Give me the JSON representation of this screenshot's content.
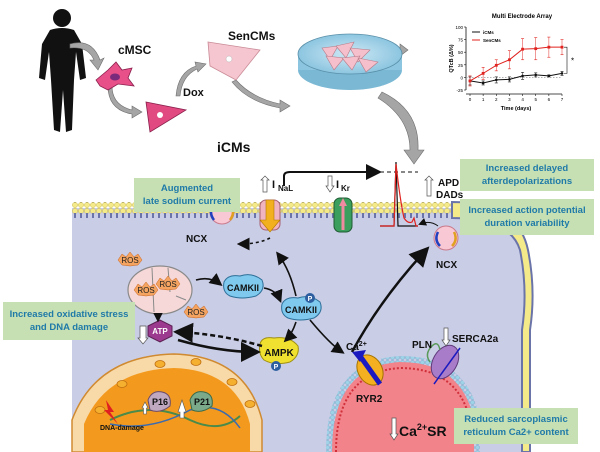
{
  "figure": {
    "labels": {
      "cmsc": "cMSC",
      "dox": "Dox",
      "sencms": "SenCMs",
      "icms": "iCMs",
      "ncx_left": "NCX",
      "ncx_right": "NCX",
      "inal_main": "I",
      "inal_sub": "NaL",
      "ikr_main": "I",
      "ikr_sub": "Kr",
      "apd": "APD",
      "dads": "DADs",
      "camkii_1": "CAMKII",
      "camkii_2": "CAMKII",
      "ampk": "AMPK",
      "atp": "ATP",
      "phospho": "P",
      "ros": "ROS",
      "ca": "Ca",
      "ca_sup": "2+",
      "ryr2": "RYR2",
      "pln": "PLN",
      "serca2a": "SERCA2a",
      "ca_sr": "Ca",
      "ca_sr_sup": "2+",
      "ca_sr_suffix": "SR",
      "p16": "P16",
      "p21": "P21",
      "dna_damage": "DNA-damage"
    },
    "boxes": {
      "late_sodium": "Augmented\nlate sodium current",
      "dads": "Increased delayed\nafterdepolarizations",
      "apd_var": "Increased action potential\nduration variability",
      "oxidative": "Increased oxidative stress\nand DNA damage",
      "sr_content": "Reduced sarcoplasmic\nreticulum Ca2+ content"
    },
    "colors": {
      "box_bg": "#c6e0b4",
      "box_text": "#1f7aa8",
      "cytoplasm": "#c9cde6",
      "membrane": "#f1e58a",
      "nucleus": "#f39a1e",
      "sr": "#f2838a",
      "arrow_gray": "#a5a5a5"
    }
  },
  "chart_data": {
    "type": "line",
    "title": "Multi Electrode Array",
    "xlabel": "Time (days)",
    "ylabel": "QTcB (Δ%)",
    "x": [
      0,
      1,
      2,
      3,
      4,
      5,
      6,
      7
    ],
    "xlim": [
      0,
      7
    ],
    "ylim": [
      -25,
      100
    ],
    "yticks": [
      -25,
      0,
      25,
      50,
      75,
      100
    ],
    "xticks": [
      0,
      1,
      2,
      3,
      4,
      5,
      6,
      7
    ],
    "reference_line": 0,
    "significance": "*",
    "legend_position": "top-left",
    "series": [
      {
        "name": "iCMs",
        "color": "#111111",
        "values": [
          -7,
          -11,
          -5,
          -4,
          3,
          5,
          3,
          8
        ],
        "errors": [
          8,
          4,
          6,
          5,
          7,
          4,
          2,
          4
        ]
      },
      {
        "name": "SenCMs",
        "color": "#e0231f",
        "values": [
          -7,
          8,
          24,
          35,
          56,
          57,
          60,
          60
        ],
        "errors": [
          10,
          12,
          11,
          18,
          21,
          22,
          20,
          15
        ]
      }
    ]
  }
}
